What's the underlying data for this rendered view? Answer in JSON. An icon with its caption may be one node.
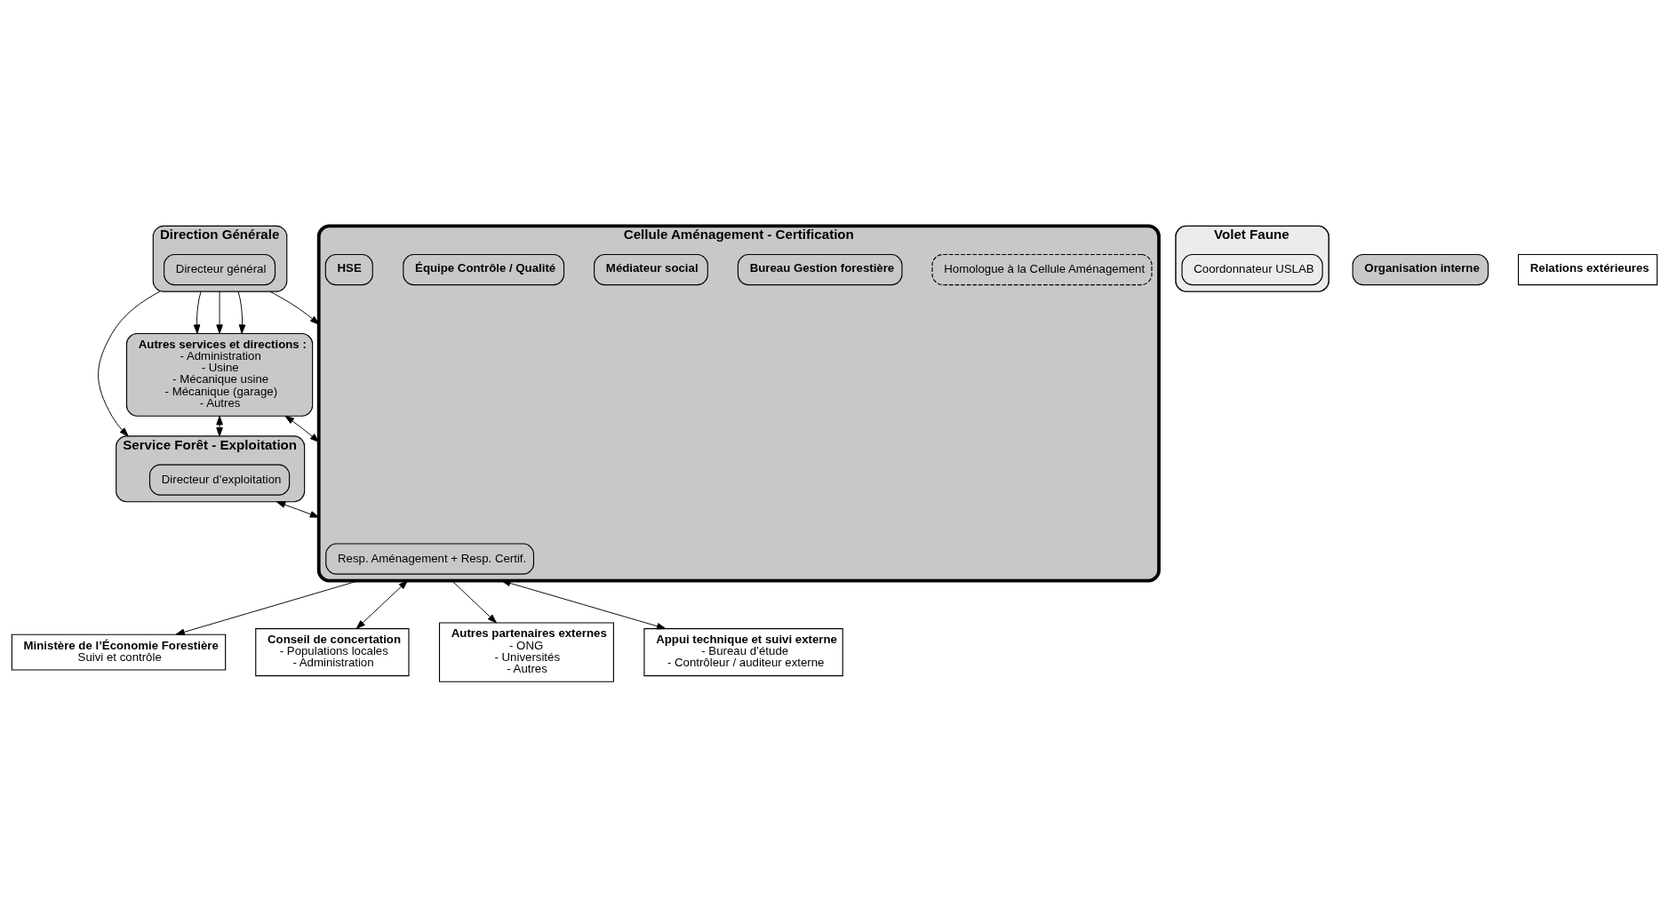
{
  "diagram": {
    "nodes": [
      {
        "text": [
          "Direction Générale"
        ]
      },
      {
        "text": [
          "Directeur général"
        ],
        "in": 0
      },
      {
        "text": [
          "Autres services et directions :",
          "- Administration",
          "- Usine",
          "- Mécanique usine",
          "- Mécanique (garage)",
          "- Autres"
        ]
      },
      {
        "text": [
          "Service Forêt - Exploitation"
        ]
      },
      {
        "text": [
          "Directeur d’exploitation"
        ],
        "in": 3
      },
      {
        "text": [
          "Cellule Aménagement - Certification"
        ]
      },
      {
        "text": [
          "Resp. Aménagement + Resp. Certif."
        ],
        "in": 5
      },
      {
        "text": [
          "Homologue à la Cellule Aménagement"
        ],
        "in": 5
      },
      {
        "text": [
          "Bureau Gestion forestière"
        ],
        "in": 5
      },
      {
        "text": [
          "Médiateur social"
        ],
        "in": 5
      },
      {
        "text": [
          "Équipe Contrôle / Qualité"
        ],
        "in": 5
      },
      {
        "text": [
          "HSE"
        ],
        "in": 5
      },
      {
        "text": [
          "Volet Faune"
        ]
      },
      {
        "text": [
          "Coordonnateur USLAB"
        ],
        "in": 12
      },
      {
        "text": [
          "Ministère de l’Économie Forestière",
          "Suivi et contrôle"
        ]
      },
      {
        "text": [
          "Conseil de concertation",
          "- Populations locales",
          "- Administration"
        ]
      },
      {
        "text": [
          "Autres partenaires externes",
          "- ONG",
          "- Universités",
          "- Autres"
        ]
      },
      {
        "text": [
          "Appui technique et suivi externe",
          "- Bureau d’étude",
          "- Contrôleur / auditeur externe"
        ]
      },
      {
        "text": [
          "Organisation interne"
        ]
      },
      {
        "text": [
          "Relations extérieures"
        ]
      }
    ],
    "edges": [
      {
        "from": 0,
        "to": 2,
        "arrow": "to"
      },
      {
        "from": 0,
        "to": 2,
        "arrow": "to"
      },
      {
        "from": 0,
        "to": 2,
        "arrow": "to"
      },
      {
        "from": 0,
        "to": 3,
        "arrow": "to"
      },
      {
        "from": 0,
        "to": 5,
        "arrow": "to"
      },
      {
        "from": 2,
        "to": 3,
        "arrow": "both"
      },
      {
        "from": 3,
        "to": 5,
        "arrow": "both"
      },
      {
        "from": 2,
        "to": 5,
        "arrow": "both"
      },
      {
        "from": 5,
        "to": 14,
        "arrow": "to"
      },
      {
        "from": 5,
        "to": 15,
        "arrow": "both"
      },
      {
        "from": 5,
        "to": 16,
        "arrow": "to"
      },
      {
        "from": 5,
        "to": 17,
        "arrow": "both"
      }
    ]
  }
}
